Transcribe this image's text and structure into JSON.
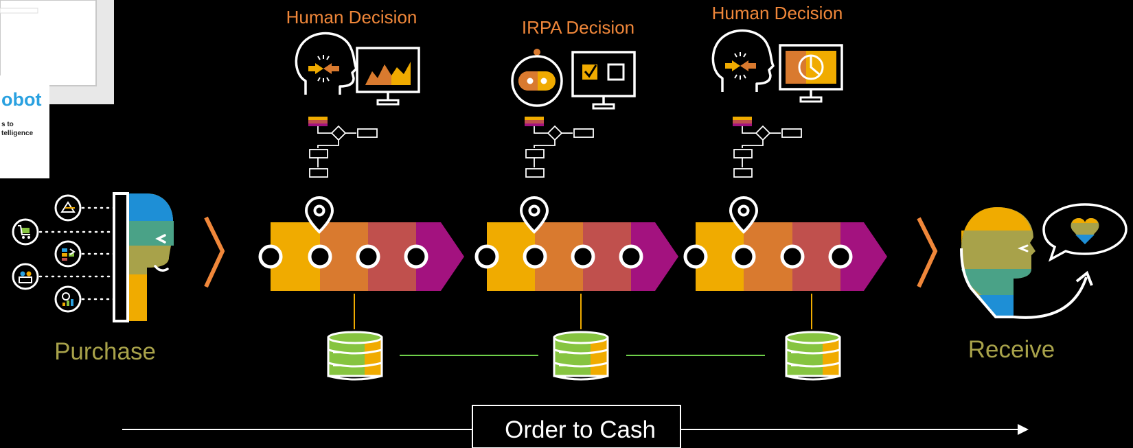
{
  "decisions": [
    {
      "label": "Human Decision"
    },
    {
      "label": "IRPA Decision"
    },
    {
      "label": "Human Decision"
    }
  ],
  "customer_left_label": "Purchase",
  "customer_right_label": "Receive",
  "process_label": "Order to Cash",
  "inset": {
    "heading_fragment": "obot",
    "line1": "s to",
    "line2": "telligence"
  },
  "colors": {
    "orange_text": "#f0873a",
    "olive_text": "#a8a24a",
    "chevron": [
      "#f0ab00",
      "#d97a2f",
      "#c0504d",
      "#a3127f"
    ],
    "db_green": "#86c440",
    "db_yellow": "#f0ab00",
    "link_green": "#6fd14a"
  },
  "icons": [
    "head-icon",
    "line-chart-monitor-icon",
    "robot-icon",
    "checkbox-monitor-icon",
    "pie-chart-monitor-icon",
    "flowchart-icon",
    "location-pin-icon",
    "database-icon",
    "shopping-cart-icon",
    "heart-speech-bubble-icon",
    "arrow-right-icon"
  ]
}
